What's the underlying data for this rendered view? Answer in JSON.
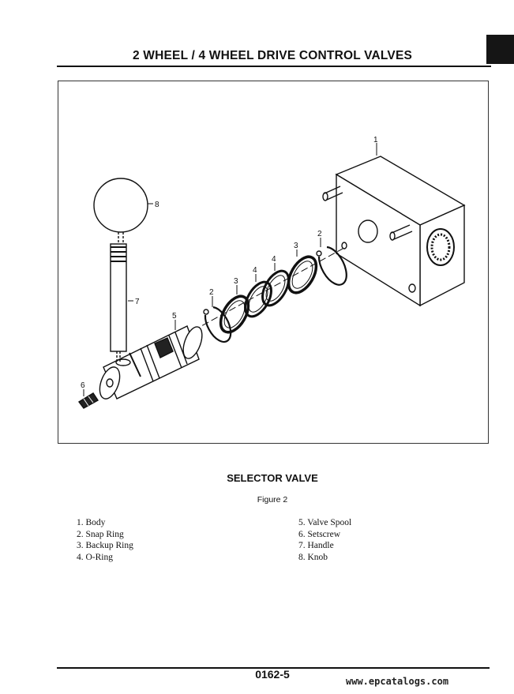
{
  "header": {
    "title": "2 WHEEL / 4 WHEEL DRIVE CONTROL VALVES"
  },
  "figure": {
    "caption": "SELECTOR VALVE",
    "number": "Figure 2",
    "callouts": {
      "body": "1",
      "snap_ring_a": "2",
      "snap_ring_b": "2",
      "backup_ring_a": "3",
      "backup_ring_b": "3",
      "o_ring_a": "4",
      "o_ring_b": "4",
      "valve_spool": "5",
      "setscrew": "6",
      "handle": "7",
      "knob": "8"
    }
  },
  "parts": {
    "left": [
      "1. Body",
      "2. Snap Ring",
      "3. Backup Ring",
      "4. O-Ring"
    ],
    "right": [
      "5. Valve Spool",
      "6. Setscrew",
      "7. Handle",
      "8. Knob"
    ]
  },
  "footer": {
    "page_number": "0162-5",
    "watermark": "www.epcatalogs.com"
  }
}
